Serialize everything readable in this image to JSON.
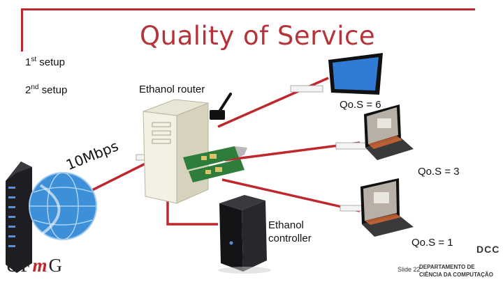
{
  "title": "Quality of Service",
  "setups": {
    "first": {
      "num": "1",
      "sup": "st",
      "word": "setup"
    },
    "second": {
      "num": "2",
      "sup": "nd",
      "word": "setup"
    }
  },
  "labels": {
    "router": "Ethanol router",
    "controller_line1": "Ethanol",
    "controller_line2": "controller",
    "rate": "10Mbps",
    "qos_tablet": "Qo.S = 6",
    "qos_laptop1": "Qo.S = 3",
    "qos_laptop2": "Qo.S = 1"
  },
  "footer": {
    "slide": "Slide 22",
    "logo_prefix": "UF",
    "logo_m": "m",
    "logo_suffix": "G",
    "dcc": "DCC",
    "dept_line1": "DEPARTAMENTO DE",
    "dept_line2": "CIÊNCIA DA COMPUTAÇÃO"
  },
  "colors": {
    "accent": "#c0272d",
    "link_red": "#c0272d",
    "title": "#b5343a"
  },
  "icons": [
    "server-rack-icon",
    "globe-icon",
    "tower-pc-icon",
    "antenna-icon",
    "network-card-icon",
    "controller-pc-icon",
    "tablet-icon",
    "laptop-icon"
  ]
}
